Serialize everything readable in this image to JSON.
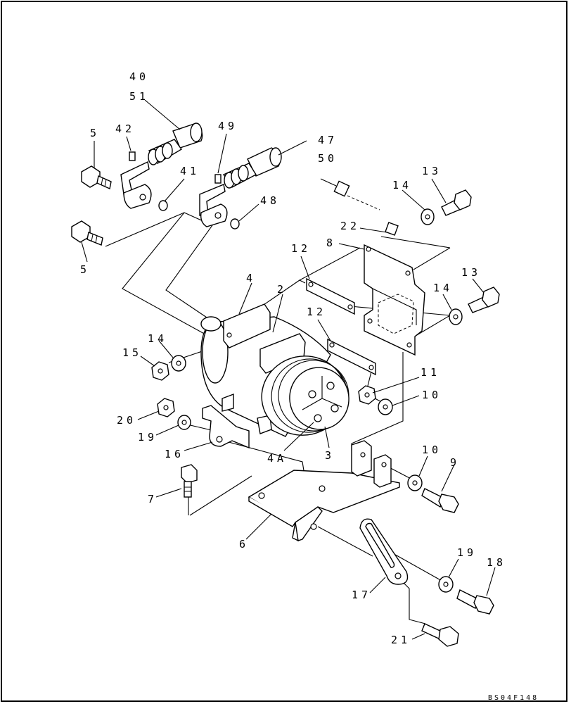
{
  "diagram": {
    "drawing_code": "BS04F148",
    "callouts": [
      "40",
      "51",
      "5",
      "42",
      "49",
      "47",
      "50",
      "41",
      "48",
      "14",
      "13",
      "22",
      "8",
      "12",
      "4",
      "2",
      "13",
      "14",
      "12",
      "14",
      "15",
      "11",
      "10",
      "20",
      "19",
      "16",
      "4A",
      "3",
      "10",
      "9",
      "7",
      "6",
      "19",
      "18",
      "17",
      "21",
      "5"
    ],
    "parts": [
      {
        "ref": "2",
        "name": "compressor-body"
      },
      {
        "ref": "3",
        "name": "pulley-clutch"
      },
      {
        "ref": "4",
        "name": "mount-bracket-block"
      },
      {
        "ref": "4A",
        "name": "clutch-plate"
      },
      {
        "ref": "5",
        "name": "hose-bolt"
      },
      {
        "ref": "6",
        "name": "base-bracket"
      },
      {
        "ref": "7",
        "name": "flange-bolt"
      },
      {
        "ref": "8",
        "name": "support-plate"
      },
      {
        "ref": "9",
        "name": "bolt"
      },
      {
        "ref": "10",
        "name": "washer"
      },
      {
        "ref": "11",
        "name": "nut"
      },
      {
        "ref": "12",
        "name": "spacer-bar"
      },
      {
        "ref": "13",
        "name": "bolt"
      },
      {
        "ref": "14",
        "name": "washer"
      },
      {
        "ref": "15",
        "name": "nut"
      },
      {
        "ref": "16",
        "name": "adjust-link"
      },
      {
        "ref": "17",
        "name": "slotted-arm"
      },
      {
        "ref": "18",
        "name": "bolt"
      },
      {
        "ref": "19",
        "name": "washer"
      },
      {
        "ref": "20",
        "name": "nut"
      },
      {
        "ref": "21",
        "name": "flange-bolt"
      },
      {
        "ref": "22",
        "name": "switch"
      },
      {
        "ref": "40",
        "name": "hose-assembly"
      },
      {
        "ref": "41",
        "name": "o-ring"
      },
      {
        "ref": "42",
        "name": "service-valve"
      },
      {
        "ref": "47",
        "name": "hose-assembly"
      },
      {
        "ref": "48",
        "name": "o-ring"
      },
      {
        "ref": "49",
        "name": "service-valve"
      },
      {
        "ref": "50",
        "name": "hose"
      },
      {
        "ref": "51",
        "name": "hose"
      }
    ]
  }
}
